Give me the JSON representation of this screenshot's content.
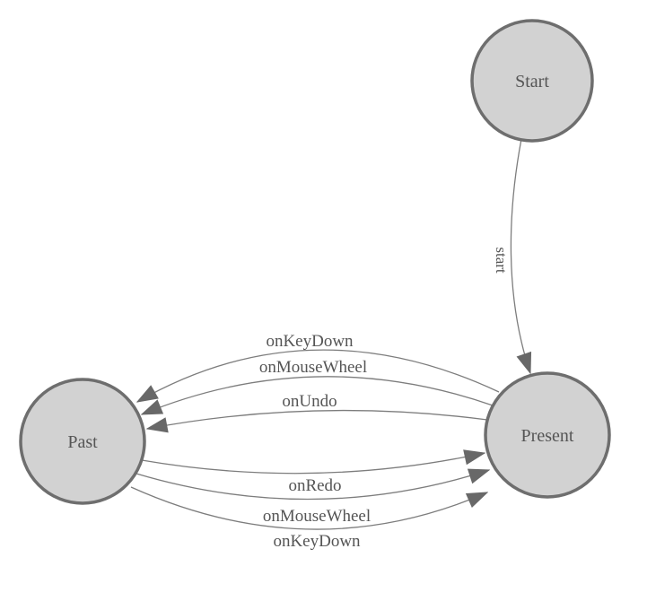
{
  "diagram": {
    "type": "finite-state-machine",
    "background": "#ffffff",
    "nodes": [
      {
        "id": "start",
        "label": "Start"
      },
      {
        "id": "present",
        "label": "Present"
      },
      {
        "id": "past",
        "label": "Past"
      }
    ],
    "edges": [
      {
        "from": "start",
        "to": "present",
        "label": "start"
      },
      {
        "from": "present",
        "to": "past",
        "label": "onKeyDown"
      },
      {
        "from": "present",
        "to": "past",
        "label": "onMouseWheel"
      },
      {
        "from": "present",
        "to": "past",
        "label": "onUndo"
      },
      {
        "from": "past",
        "to": "present",
        "label": "onRedo"
      },
      {
        "from": "past",
        "to": "present",
        "label": "onMouseWheel"
      },
      {
        "from": "past",
        "to": "present",
        "label": "onKeyDown"
      }
    ],
    "colors": {
      "node_fill": "#d2d2d2",
      "node_stroke": "#6e6e6e",
      "edge_stroke": "#7d7d7d",
      "arrow_fill": "#686868",
      "label_text": "#555555"
    }
  }
}
